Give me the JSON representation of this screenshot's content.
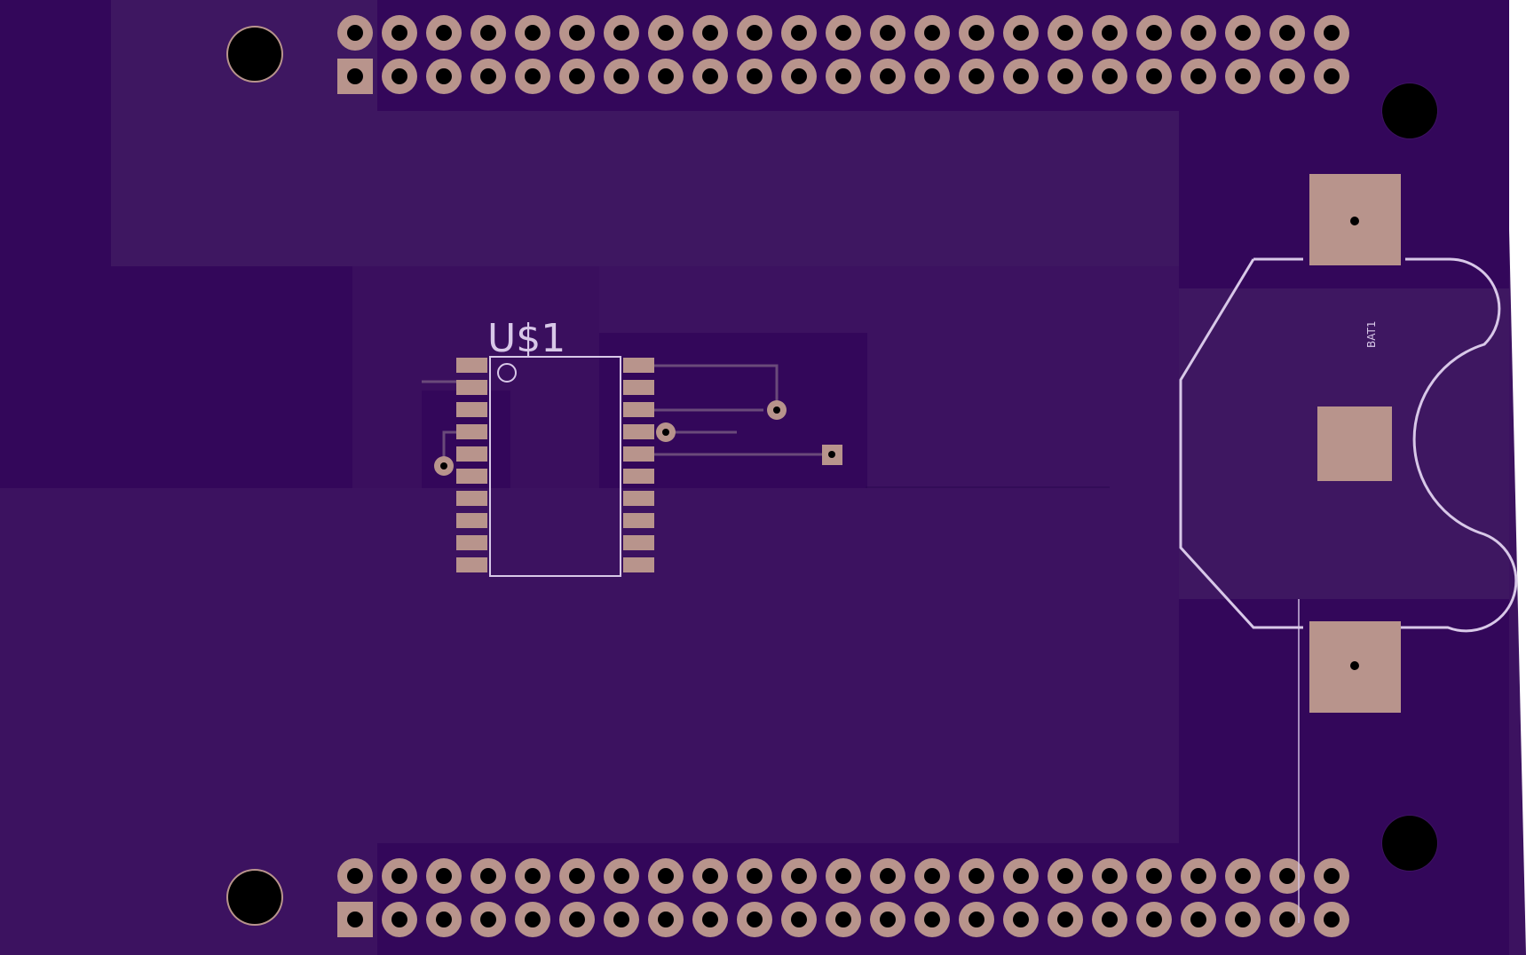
{
  "board": {
    "colors": {
      "background": "#ffffff",
      "pcb_dark": "#33075a",
      "pcb_mid": "#3c1260",
      "pcb_light": "#3e1761",
      "copper_pad": "#b8948c",
      "silkscreen": "#d8c8e8",
      "drill": "#000000",
      "trace": "#b8948c"
    },
    "labels": {
      "u1": "U$1",
      "bat1": "BAT1"
    },
    "header_top": {
      "pins_per_row": 23,
      "first_pin_square": true
    },
    "header_bottom": {
      "pins_per_row": 23,
      "first_pin_square": true
    },
    "ic_u1": {
      "pins_per_side": 10
    },
    "mounting_holes": 4
  }
}
